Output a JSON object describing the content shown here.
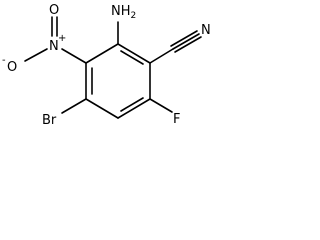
{
  "molecule": {
    "labels": {
      "amino": "NH",
      "amino_subscript": "2",
      "nitrile_n": "N",
      "nitro_n": "N",
      "nitro_o_top": "O",
      "nitro_o_left": "O",
      "bromo": "Br",
      "fluoro": "F",
      "plus_charge": "+",
      "minus_charge": "-"
    }
  }
}
